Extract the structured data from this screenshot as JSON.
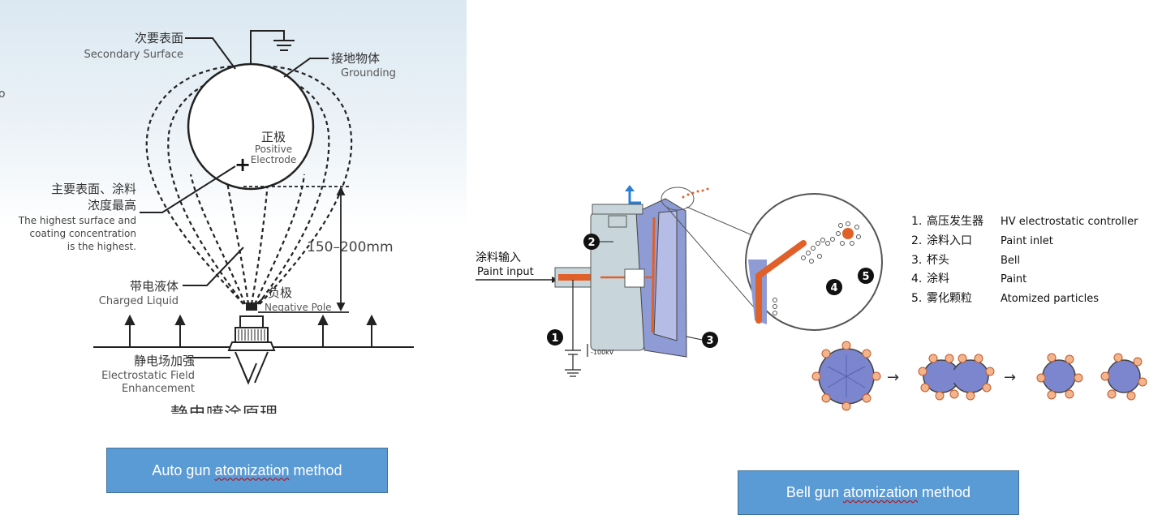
{
  "left_diagram": {
    "secondary_surface_zh": "次要表面",
    "secondary_surface_en": "Secondary Surface",
    "grounding_zh": "接地物体",
    "grounding_en": "Grounding",
    "positive_zh": "正极",
    "positive_en1": "Positive",
    "positive_en2": "Electrode",
    "main_surface_zh1": "主要表面、涂料",
    "main_surface_zh2": "浓度最高",
    "main_surface_en1": "The highest surface and",
    "main_surface_en2": "coating concentration",
    "main_surface_en3": "is the highest.",
    "distance": "150–200mm",
    "charged_liquid_zh": "带电液体",
    "charged_liquid_en": "Charged Liquid",
    "negative_zh": "负极",
    "negative_en": "Negative Pole",
    "field_zh": "静电场加强",
    "field_en1": "Electrostatic Field",
    "field_en2": "Enhancement",
    "cut_title": "静电喷涂原理",
    "plus_sign": "+",
    "edge_mark": "o"
  },
  "right_diagram": {
    "paint_input_zh": "涂料输入",
    "paint_input_en": "Paint input",
    "voltage": "-100kV",
    "markers": [
      "1",
      "2",
      "3",
      "4",
      "5"
    ],
    "legend": [
      {
        "num": "1.",
        "zh": "高压发生器",
        "en": "HV electrostatic controller"
      },
      {
        "num": "2.",
        "zh": "涂料入口",
        "en": "Paint inlet"
      },
      {
        "num": "3.",
        "zh": "杯头",
        "en": "Bell"
      },
      {
        "num": "4.",
        "zh": "涂料",
        "en": "Paint"
      },
      {
        "num": "5.",
        "zh": "雾化颗粒",
        "en": "Atomized particles"
      }
    ],
    "arrow_glyph": "→"
  },
  "captions": {
    "auto_pre": "Auto gun ",
    "auto_word": "atomization",
    "auto_post": " method",
    "bell_pre": "Bell gun ",
    "bell_word": "atomization",
    "bell_post": " method"
  },
  "colors": {
    "caption_fill": "#5b9bd5",
    "caption_border": "#41719c",
    "paint_orange": "#e0602a",
    "bell_blue": "#8e9bd4",
    "body_gray": "#c8d6dc"
  }
}
